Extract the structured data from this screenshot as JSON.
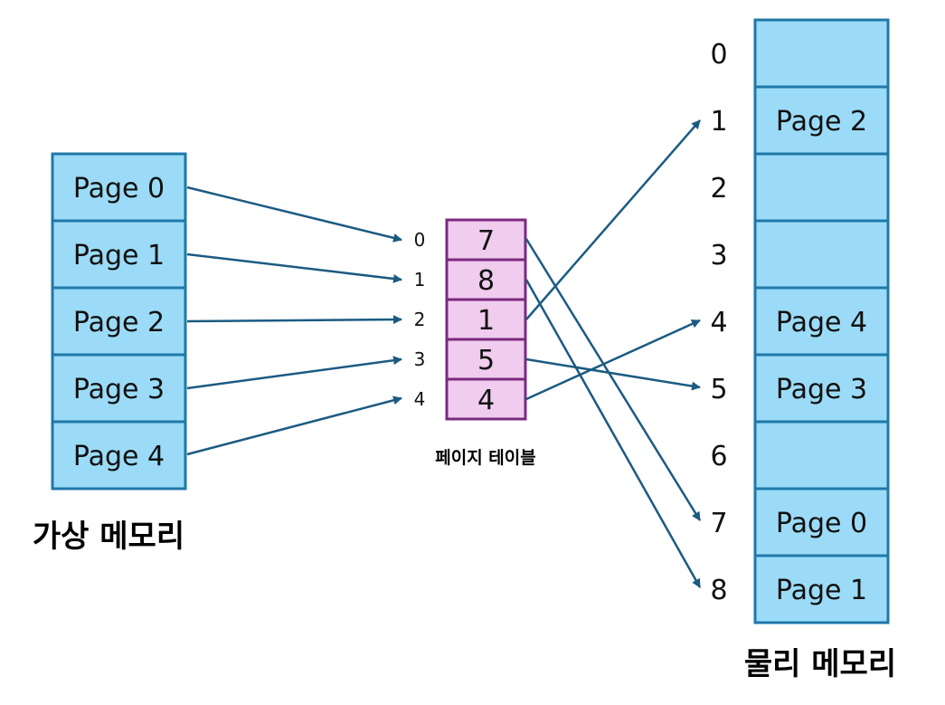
{
  "colors": {
    "memory_fill": "#9BDBF7",
    "memory_stroke": "#1F78A8",
    "table_fill": "#F0CCEE",
    "table_stroke": "#7B2A7F",
    "arrow": "#1B5B82"
  },
  "virtual_memory": {
    "caption": "가상 메모리",
    "pages": [
      "Page 0",
      "Page 1",
      "Page 2",
      "Page 3",
      "Page 4"
    ]
  },
  "page_table": {
    "caption": "페이지 테이블",
    "indices": [
      "0",
      "1",
      "2",
      "3",
      "4"
    ],
    "frames": [
      "7",
      "8",
      "1",
      "5",
      "4"
    ]
  },
  "physical_memory": {
    "caption": "물리 메모리",
    "indices": [
      "0",
      "1",
      "2",
      "3",
      "4",
      "5",
      "6",
      "7",
      "8"
    ],
    "frames": [
      "",
      "Page 2",
      "",
      "",
      "Page 4",
      "Page 3",
      "",
      "Page 0",
      "Page 1"
    ]
  }
}
